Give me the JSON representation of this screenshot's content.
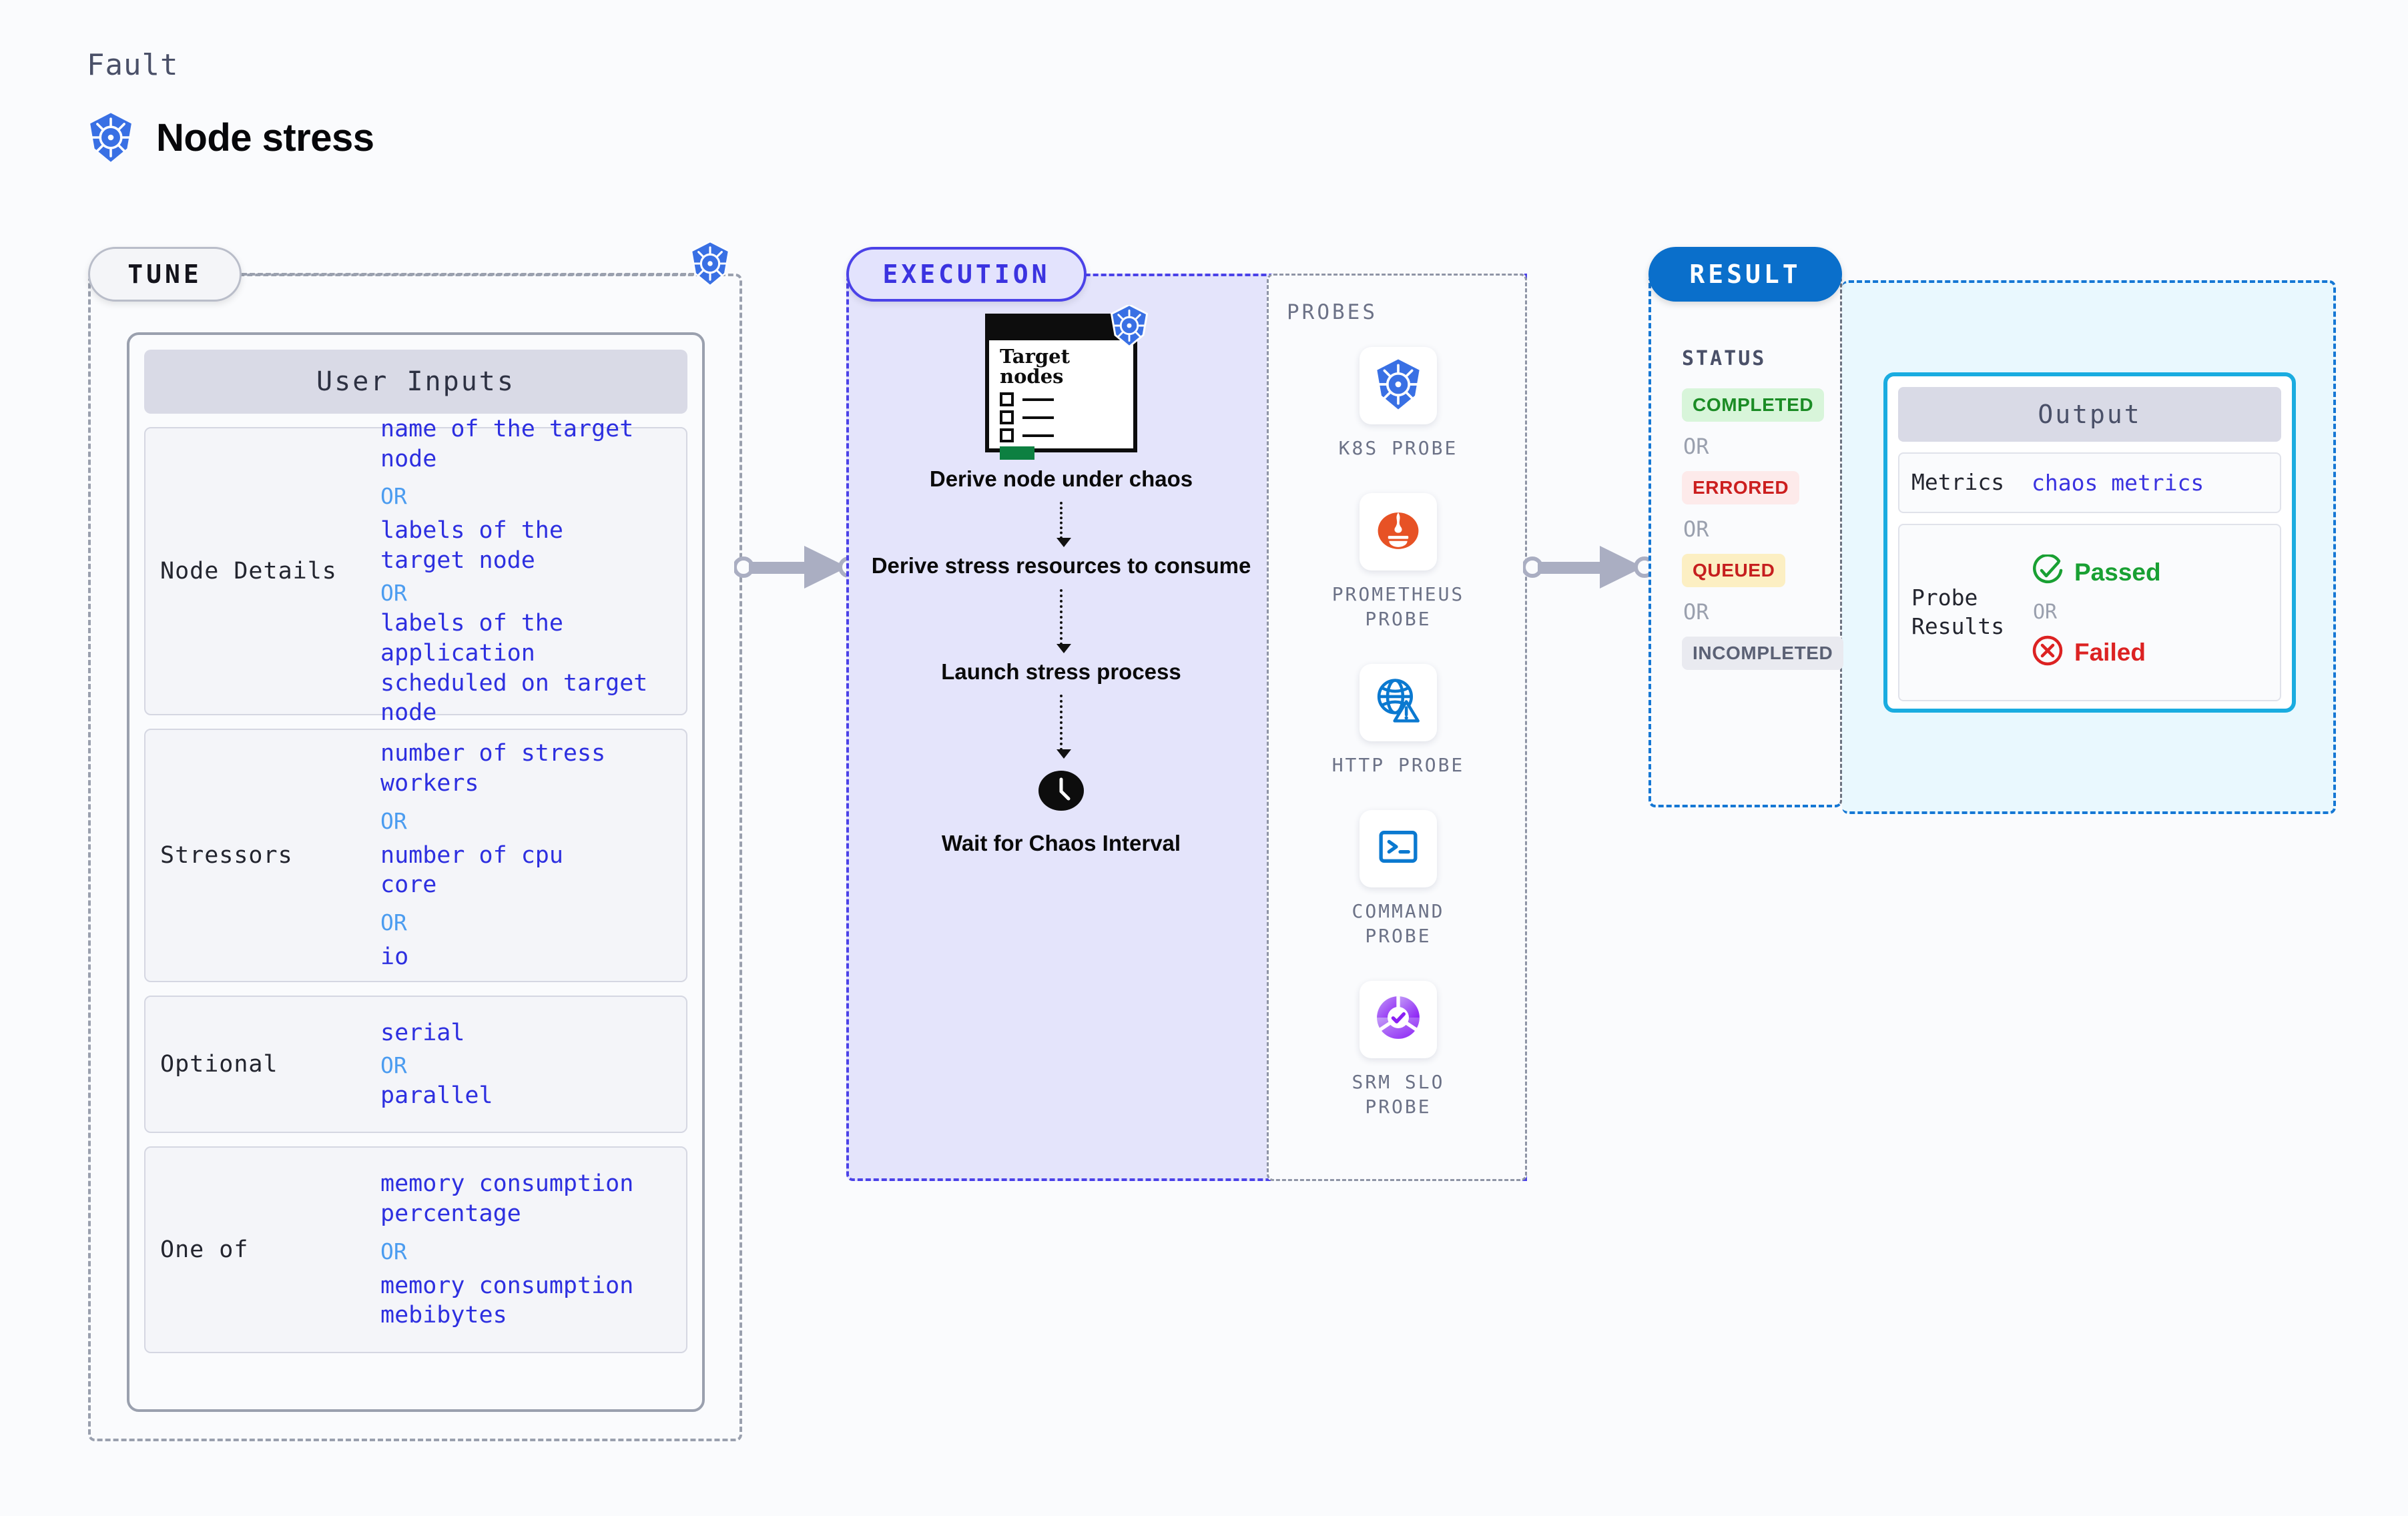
{
  "header": {
    "fault_label": "Fault",
    "title": "Node stress",
    "icon": "kubernetes-icon"
  },
  "tune": {
    "pill_label": "TUNE",
    "badge_icon": "kubernetes-icon",
    "card_title": "User Inputs",
    "sections": [
      {
        "label": "Node Details",
        "values": [
          "name of the target\nnode",
          "labels of the\ntarget node",
          "labels of the application\n scheduled on target node"
        ],
        "or_label": "OR"
      },
      {
        "label": "Stressors",
        "values": [
          "number of stress\nworkers",
          "number of cpu\ncore",
          "io"
        ],
        "or_label": "OR"
      },
      {
        "label": "Optional",
        "values": [
          "serial",
          "parallel"
        ],
        "or_label": "OR"
      },
      {
        "label": "One of",
        "values": [
          "memory consumption\npercentage",
          "memory consumption\nmebibytes"
        ],
        "or_label": "OR"
      }
    ]
  },
  "execution": {
    "pill_label": "EXECUTION",
    "target_card": {
      "title": "Target\nnodes",
      "badge_icon": "kubernetes-icon"
    },
    "steps": [
      {
        "label": "Derive node under\nchaos",
        "icon": "target-nodes-card"
      },
      {
        "label": "Derive stress\nresources to\nconsume",
        "icon": "none"
      },
      {
        "label": "Launch stress\nprocess",
        "icon": "none"
      },
      {
        "label": "Wait for Chaos\nInterval",
        "icon": "clock-icon"
      }
    ]
  },
  "probes": {
    "title": "PROBES",
    "items": [
      {
        "name": "K8S PROBE",
        "icon": "kubernetes-icon"
      },
      {
        "name": "PROMETHEUS\nPROBE",
        "icon": "prometheus-icon"
      },
      {
        "name": "HTTP PROBE",
        "icon": "globe-warning-icon"
      },
      {
        "name": "COMMAND\nPROBE",
        "icon": "terminal-icon"
      },
      {
        "name": "SRM SLO\nPROBE",
        "icon": "srm-slo-icon"
      }
    ]
  },
  "result": {
    "pill_label": "RESULT",
    "status_title": "STATUS",
    "or_label": "OR",
    "statuses": [
      {
        "label": "COMPLETED",
        "style": "st-completed"
      },
      {
        "label": "ERRORED",
        "style": "st-errored"
      },
      {
        "label": "QUEUED",
        "style": "st-queued"
      },
      {
        "label": "INCOMPLETED",
        "style": "st-incomplete"
      }
    ]
  },
  "output": {
    "title": "Output",
    "metrics_label": "Metrics",
    "metrics_value": "chaos metrics",
    "probe_results_label": "Probe\nResults",
    "passed_label": "Passed",
    "failed_label": "Failed",
    "or_label": "OR"
  },
  "colors": {
    "k8s_blue": "#3970e4",
    "execution_purple": "#3b33e0",
    "execution_bg": "#e4e4fb",
    "result_blue": "#0a6fcb",
    "output_cyan": "#1aace0",
    "output_bg": "#e9f8fe",
    "value_blue": "#2d2fe0",
    "or_blue": "#4b9cf0",
    "pass_green": "#19a033",
    "fail_red": "#dc2222",
    "connector_grey": "#aaaec2"
  }
}
